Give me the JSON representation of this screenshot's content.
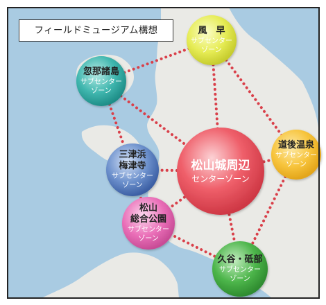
{
  "title": "フィールドミュージアム構想",
  "colors": {
    "sea": "#a9cbe2",
    "land": "#eaeae6",
    "connector": "#d9404a",
    "frame": "#222222"
  },
  "nodes": [
    {
      "id": "kazahaya",
      "name_lines": [
        "風　早"
      ],
      "sub_lines": [
        "サブセンター",
        "ゾーン"
      ],
      "color": "#e3e94f",
      "sub_color": "#ffffff"
    },
    {
      "id": "kutsuna",
      "name_lines": [
        "忽那諸島"
      ],
      "sub_lines": [
        "サブセンター",
        "ゾーン"
      ],
      "color": "#3fb6ae",
      "sub_color": "#ffffff"
    },
    {
      "id": "dogo",
      "name_lines": [
        "道後温泉"
      ],
      "sub_lines": [
        "サブセンター",
        "ゾーン"
      ],
      "color": "#f7c43c",
      "sub_color": "#ffffff"
    },
    {
      "id": "mitsu",
      "name_lines": [
        "三津浜",
        "梅津寺"
      ],
      "sub_lines": [
        "サブセンター",
        "ゾーン"
      ],
      "color": "#5c84c4",
      "sub_color": "#ffffff"
    },
    {
      "id": "center",
      "name_lines": [
        "松山城周辺"
      ],
      "sub_lines": [
        "センターゾーン"
      ],
      "color": "#ef5f6a",
      "sub_color": "#ffffff"
    },
    {
      "id": "sogo",
      "name_lines": [
        "松山",
        "総合公園"
      ],
      "sub_lines": [
        "サブセンター",
        "ゾーン"
      ],
      "color": "#ea6fb8",
      "sub_color": "#ffffff"
    },
    {
      "id": "kutani",
      "name_lines": [
        "久谷・砥部"
      ],
      "sub_lines": [
        "サブセンター",
        "ゾーン"
      ],
      "color": "#4cb54a",
      "sub_color": "#ffffff"
    }
  ],
  "edges": [
    [
      "kutsuna",
      "kazahaya"
    ],
    [
      "kazahaya",
      "dogo"
    ],
    [
      "kazahaya",
      "center"
    ],
    [
      "kutsuna",
      "mitsu"
    ],
    [
      "kutsuna",
      "center"
    ],
    [
      "mitsu",
      "center"
    ],
    [
      "center",
      "dogo"
    ],
    [
      "mitsu",
      "sogo"
    ],
    [
      "sogo",
      "center"
    ],
    [
      "sogo",
      "kutani"
    ],
    [
      "center",
      "kutani"
    ],
    [
      "dogo",
      "kutani"
    ]
  ]
}
